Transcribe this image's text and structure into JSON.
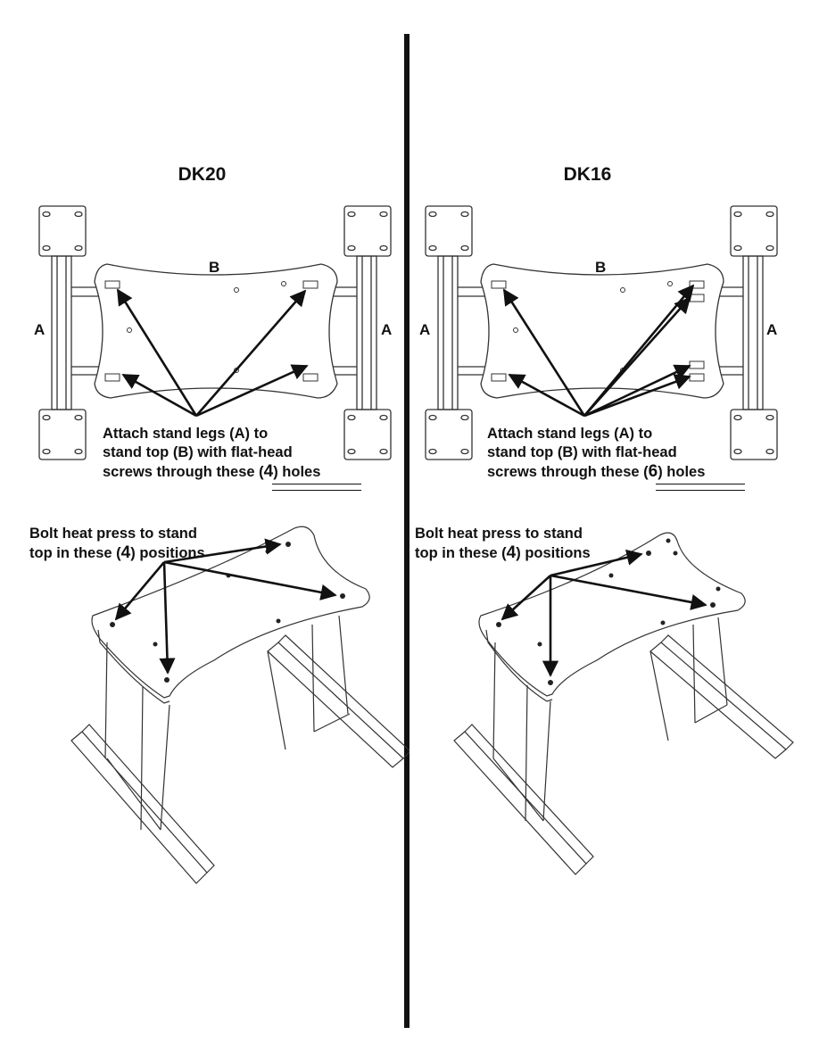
{
  "panels": {
    "left": {
      "title": "DK20",
      "label_top": "B",
      "label_side_left": "A",
      "label_side_right": "A",
      "attach_line1": "Attach stand legs (A) to",
      "attach_line2": "stand top (B) with flat-head",
      "attach_line3_pre": "screws through these (",
      "attach_count": "4",
      "attach_line3_post": ") holes",
      "bolt_line1": "Bolt heat press to stand",
      "bolt_line2_pre": "top in these (",
      "bolt_count": "4",
      "bolt_line2_post": ") positions"
    },
    "right": {
      "title": "DK16",
      "label_top": "B",
      "label_side_left": "A",
      "label_side_right": "A",
      "attach_line1": "Attach stand legs (A) to",
      "attach_line2": "stand top (B) with flat-head",
      "attach_line3_pre": "screws through these (",
      "attach_count": "6",
      "attach_line3_post": ") holes",
      "bolt_line1": "Bolt heat press to stand",
      "bolt_line2_pre": "top in these (",
      "bolt_count": "4",
      "bolt_line2_post": ") positions"
    }
  },
  "colors": {
    "ink": "#111111",
    "line": "#333333",
    "background": "#ffffff"
  },
  "icons": [
    "arrow-head-icon",
    "caster-plate-icon",
    "bolt-hole-icon"
  ]
}
